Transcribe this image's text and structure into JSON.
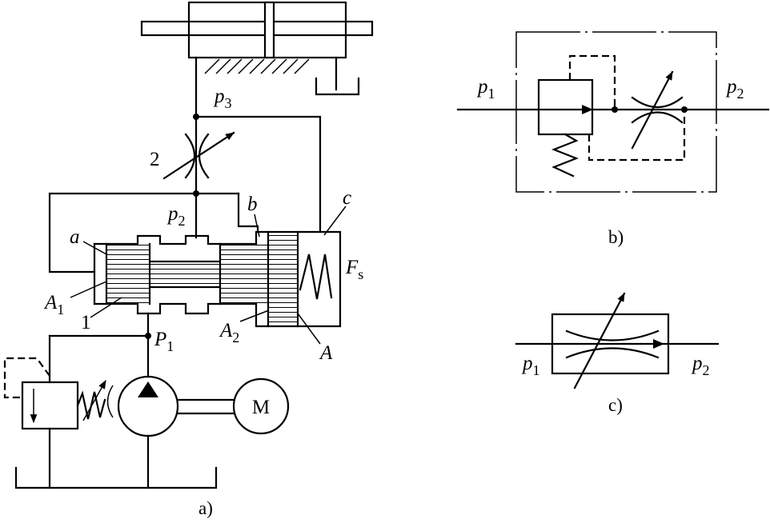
{
  "figure_a": {
    "caption": "a)",
    "labels": {
      "p3": {
        "main": "p",
        "sub": "3"
      },
      "valve_number": "2",
      "p2": {
        "main": "p",
        "sub": "2"
      },
      "b": "b",
      "c": "c",
      "a": "a",
      "fs": {
        "main": "F",
        "sub": "s"
      },
      "a1": {
        "main": "A",
        "sub": "1"
      },
      "spool_number": "1",
      "p1": {
        "main": "P",
        "sub": "1"
      },
      "a2": {
        "main": "A",
        "sub": "2"
      },
      "area_a": "A",
      "motor": "M"
    }
  },
  "figure_b": {
    "caption": "b)",
    "p1": {
      "main": "p",
      "sub": "1"
    },
    "p2": {
      "main": "p",
      "sub": "2"
    }
  },
  "figure_c": {
    "caption": "c)",
    "p1": {
      "main": "p",
      "sub": "1"
    },
    "p2": {
      "main": "p",
      "sub": "2"
    }
  }
}
